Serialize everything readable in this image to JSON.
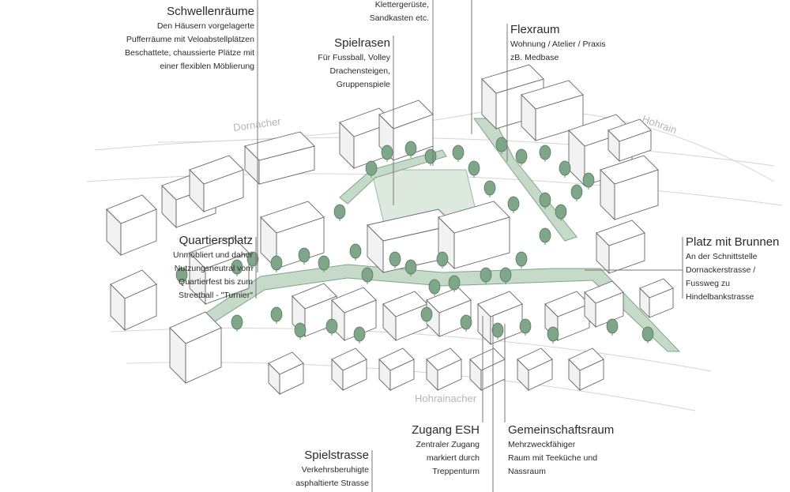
{
  "annotations": {
    "spielplatz": {
      "lines": [
        "Klettergerüste,",
        "Sandkasten etc."
      ]
    },
    "schwellenraeume": {
      "title": "Schwellenräume",
      "lines": [
        "Den Häusern vorgelagerte",
        "Pufferräume mit Veloabstellplätzen",
        "Beschattete, chaussierte Plätze mit",
        "einer flexiblen Möblierung"
      ]
    },
    "spielrasen": {
      "title": "Spielrasen",
      "lines": [
        "Für Fussball, Volley",
        "Drachensteigen,",
        "Gruppenspiele"
      ]
    },
    "flexraum": {
      "title": "Flexraum",
      "lines": [
        "Wohnung / Atelier / Praxis",
        "zB. Medbase"
      ]
    },
    "quartiersplatz": {
      "title": "Quartiersplatz",
      "lines": [
        "Unmöbliert und daher",
        "Nutzungsneutral vom",
        "Quartierfest bis zum",
        "Streetball - \"Turnier\""
      ]
    },
    "platz_brunnen": {
      "title": "Platz mit Brunnen",
      "lines": [
        "An der Schnittstelle",
        "Dornackerstrasse /",
        "Fussweg zu",
        "Hindelbankstrasse"
      ]
    },
    "spielstrasse": {
      "title": "Spielstrasse",
      "lines": [
        "Verkehrsberuhigte",
        "asphaltierte Strasse"
      ]
    },
    "zugang_esh": {
      "title": "Zugang ESH",
      "lines": [
        "Zentraler Zugang",
        "markiert durch",
        "Treppenturm"
      ]
    },
    "gemeinschaftsraum": {
      "title": "Gemeinschaftsraum",
      "lines": [
        "Mehrzweckfähiger",
        "Raum mit Teeküche und",
        "Nassraum"
      ]
    }
  },
  "street_names": {
    "dornacher": "Dornacher",
    "hohrain": "Hohrain",
    "hohrainacher": "Hohrainacher"
  },
  "colors": {
    "green": "#7fa688",
    "green_light": "#cfe0d1",
    "line": "#555555",
    "context": "#cccccc"
  }
}
